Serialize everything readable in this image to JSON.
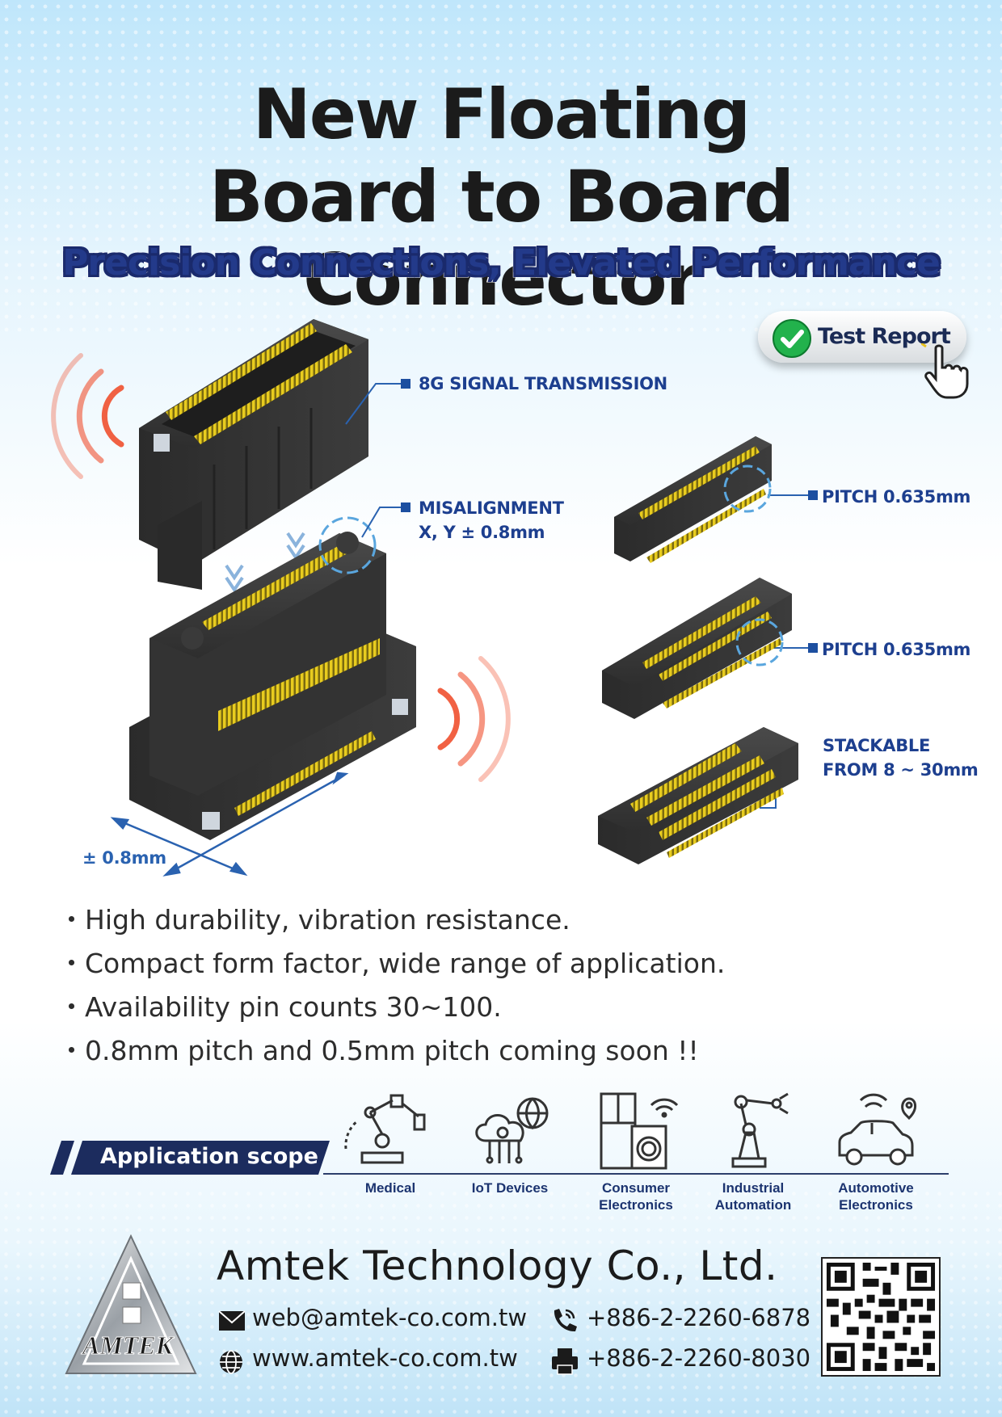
{
  "header": {
    "title_line1": "New Floating",
    "title_line2": "Board to Board Connector",
    "subtitle": "Precision Connections, Elevated Performance"
  },
  "test_report": {
    "label": "Test Report"
  },
  "callouts": {
    "signal": "8G SIGNAL TRANSMISSION",
    "misalignment_line1": "MISALIGNMENT",
    "misalignment_line2": "X, Y ± 0.8mm",
    "pitch_1": "PITCH 0.635mm",
    "pitch_2": "PITCH 0.635mm",
    "stackable_line1": "STACKABLE",
    "stackable_line2": "FROM 8 ~ 30mm",
    "tolerance": "± 0.8mm"
  },
  "features": [
    "・High durability, vibration resistance.",
    "・Compact form factor, wide range of application.",
    "・Availability pin counts 30~100.",
    "・0.8mm pitch and 0.5mm pitch coming soon !!"
  ],
  "application": {
    "heading": "Application scope",
    "items": [
      {
        "line1": "Medical",
        "line2": ""
      },
      {
        "line1": "IoT Devices",
        "line2": ""
      },
      {
        "line1": "Consumer",
        "line2": "Electronics"
      },
      {
        "line1": "Industrial",
        "line2": "Automation"
      },
      {
        "line1": "Automotive",
        "line2": "Electronics"
      }
    ]
  },
  "company": {
    "name": "Amtek Technology Co., Ltd.",
    "logo_text": "AMTEK",
    "email": "web@amtek-co.com.tw",
    "website": "www.amtek-co.com.tw",
    "phone": "+886-2-2260-6878",
    "fax": "+886-2-2260-8030"
  },
  "colors": {
    "accent_blue": "#1d3f8f",
    "navy": "#1c2c5e",
    "pin_gold": "#e8cc1f",
    "signal_red": "#f0502f"
  }
}
